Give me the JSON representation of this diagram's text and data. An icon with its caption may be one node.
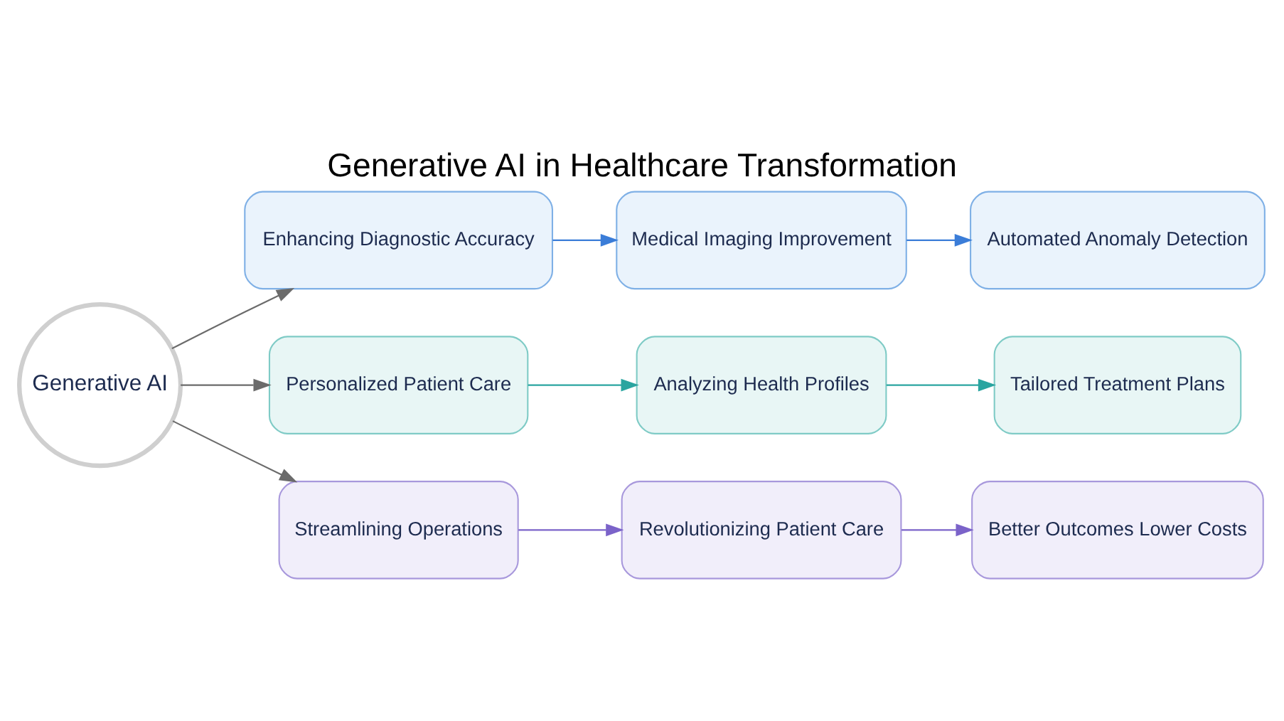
{
  "diagram": {
    "title": "Generative AI in Healthcare Transformation",
    "nodes": [
      {
        "text": [
          "Generative AI"
        ]
      },
      {
        "text": [
          "Enhancing Diagnostic Accuracy"
        ]
      },
      {
        "text": [
          "Medical Imaging Improvement"
        ]
      },
      {
        "text": [
          "Automated Anomaly Detection"
        ]
      },
      {
        "text": [
          "Personalized Patient Care"
        ]
      },
      {
        "text": [
          "Analyzing Health Profiles"
        ]
      },
      {
        "text": [
          "Tailored Treatment Plans"
        ]
      },
      {
        "text": [
          "Streamlining Operations"
        ]
      },
      {
        "text": [
          "Revolutionizing Patient Care"
        ]
      },
      {
        "text": [
          "Better Outcomes Lower Costs"
        ]
      }
    ],
    "edges": [
      {
        "from": 0,
        "to": 1,
        "arrow": "to",
        "color": "#6b6b6b"
      },
      {
        "from": 0,
        "to": 4,
        "arrow": "to",
        "color": "#6b6b6b"
      },
      {
        "from": 0,
        "to": 7,
        "arrow": "to",
        "color": "#6b6b6b"
      },
      {
        "from": 1,
        "to": 2,
        "arrow": "to",
        "color": "#3b7dd8"
      },
      {
        "from": 2,
        "to": 3,
        "arrow": "to",
        "color": "#3b7dd8"
      },
      {
        "from": 4,
        "to": 5,
        "arrow": "to",
        "color": "#2aa5a0"
      },
      {
        "from": 5,
        "to": 6,
        "arrow": "to",
        "color": "#2aa5a0"
      },
      {
        "from": 7,
        "to": 8,
        "arrow": "to",
        "color": "#7b63c9"
      },
      {
        "from": 8,
        "to": 9,
        "arrow": "to",
        "color": "#7b63c9"
      }
    ]
  }
}
